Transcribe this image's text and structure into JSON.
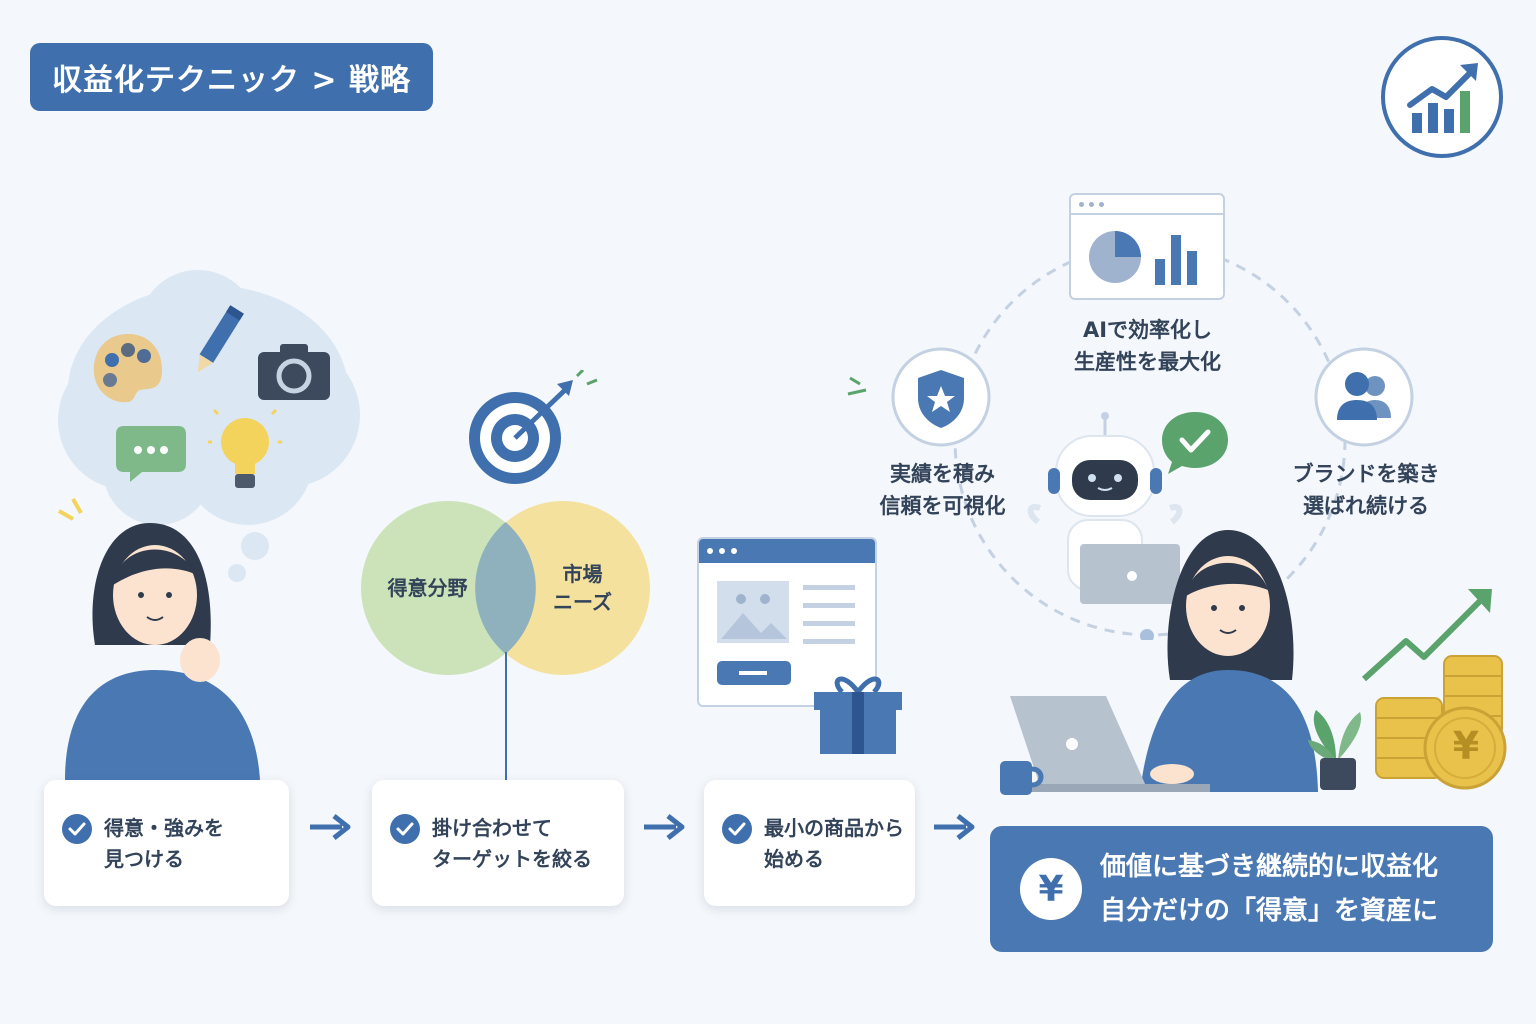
{
  "breadcrumb": "収益化テクニック > 戦略",
  "icons": {
    "header": "growth-chart-icon",
    "thought": [
      "palette-icon",
      "pencil-icon",
      "camera-icon",
      "chat-icon",
      "lightbulb-icon"
    ],
    "target": "target-icon",
    "shield": "shield-star-icon",
    "users": "users-icon",
    "check": "check-circle-icon",
    "yen": "yen-icon"
  },
  "venn": {
    "left": "得意分野",
    "right": "市場\nニーズ"
  },
  "cycle": {
    "top": "AIで効率化し\n生産性を最大化",
    "left": "実績を積み\n信頼を可視化",
    "right": "ブランドを築き\n選ばれ続ける"
  },
  "steps": [
    "得意・強みを\n見つける",
    "掛け合わせて\nターゲットを絞る",
    "最小の商品から\n始める"
  ],
  "result": {
    "line1": "価値に基づき継続的に収益化",
    "line2": "自分だけの「得意」を資産に",
    "yen_symbol": "¥"
  },
  "coin_symbol": "¥",
  "colors": {
    "primary": "#3f70ad",
    "green_circle": "#c9e0b4",
    "yellow_circle": "#f3dd8c",
    "accent_green": "#5aa36c",
    "coin": "#e8c24a"
  }
}
